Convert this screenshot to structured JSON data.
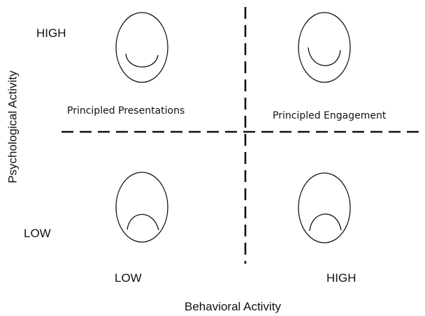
{
  "axes": {
    "x_title": "Behavioral Activity",
    "y_title": "Psychological Activity",
    "x_low": "LOW",
    "x_high": "HIGH",
    "y_low": "LOW",
    "y_high": "HIGH"
  },
  "quadrants": {
    "top_left": {
      "label": "Principled Presentations",
      "face": "smiling-face"
    },
    "top_right": {
      "label": "Principled Engagement",
      "face": "smiling-face"
    },
    "bottom_left": {
      "label": "",
      "face": "frowning-face"
    },
    "bottom_right": {
      "label": "",
      "face": "frowning-face"
    }
  },
  "style": {
    "line_color": "#111111",
    "background": "#ffffff"
  }
}
